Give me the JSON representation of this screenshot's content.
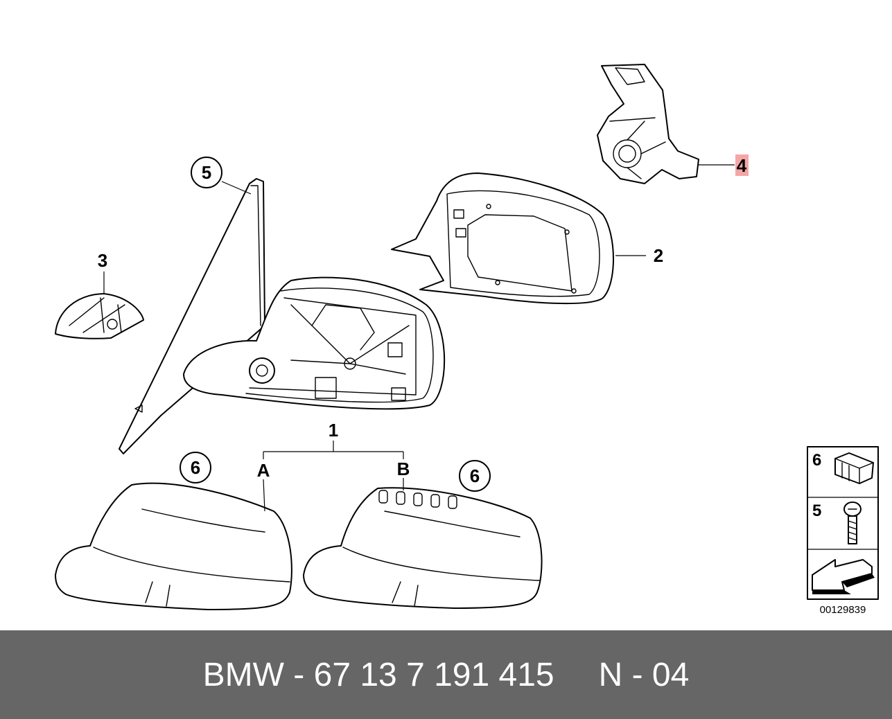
{
  "callouts": {
    "c1": "1",
    "c2": "2",
    "c3": "3",
    "c4": "4",
    "c5": "5",
    "c6_left": "6",
    "c6_right": "6",
    "cA": "A",
    "cB": "B"
  },
  "legend": {
    "row1": "6",
    "row2": "5"
  },
  "reference_number": "00129839",
  "footer": {
    "part": "BMW - 67 13 7 191 415",
    "code": "N - 04"
  },
  "colors": {
    "highlight": "#f4a6a6",
    "footer_bg": "#666666",
    "footer_text": "#ffffff"
  }
}
